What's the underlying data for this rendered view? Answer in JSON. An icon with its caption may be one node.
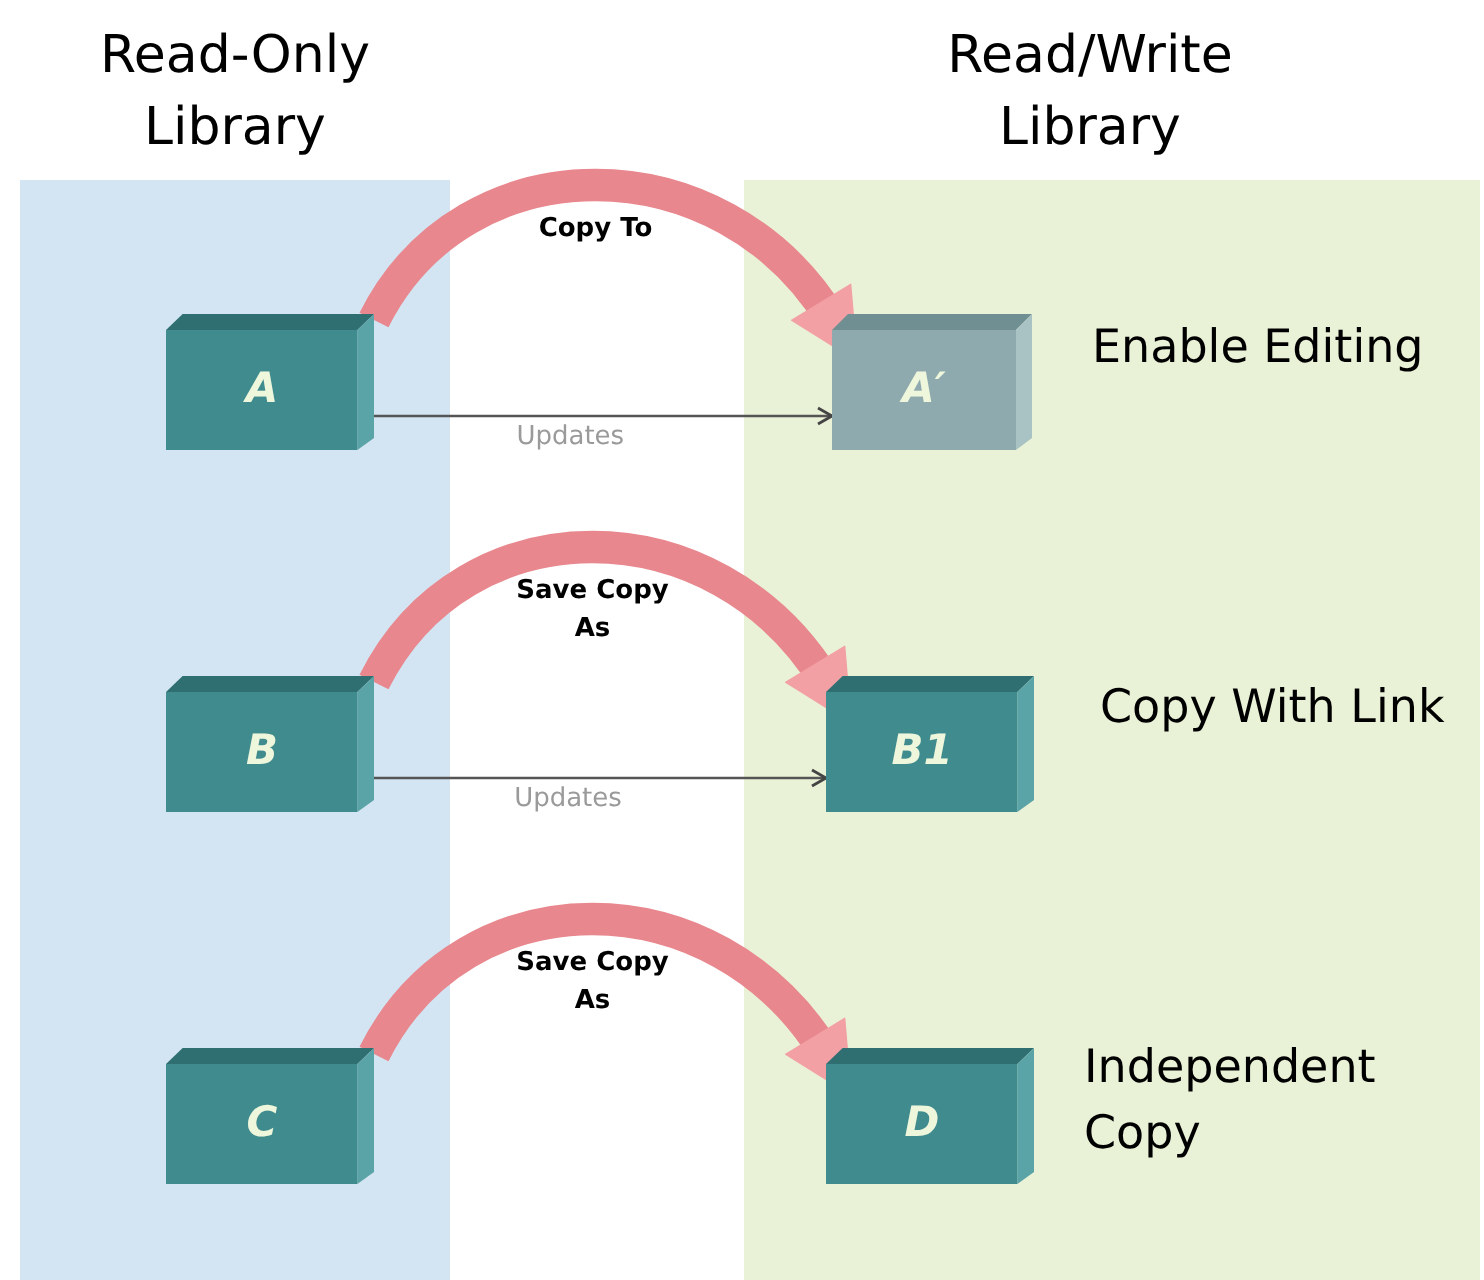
{
  "diagram": {
    "nodes": [
      {
        "text": [
          "Read-Only Library"
        ]
      },
      {
        "text": [
          "Read/Write Library"
        ]
      },
      {
        "text": [
          "A"
        ],
        "in": 0
      },
      {
        "text": [
          "A′"
        ],
        "in": 1,
        "beside": [
          "Enable Editing"
        ]
      },
      {
        "text": [
          "B"
        ],
        "in": 0
      },
      {
        "text": [
          "B1"
        ],
        "in": 1,
        "beside": [
          "Copy With Link"
        ]
      },
      {
        "text": [
          "C"
        ],
        "in": 0
      },
      {
        "text": [
          "D"
        ],
        "in": 1,
        "beside": [
          "Independent Copy"
        ]
      }
    ],
    "edges": [
      {
        "from": 2,
        "to": 3,
        "arrow": "to",
        "label": "Copy To",
        "color": "#e8878d"
      },
      {
        "from": 2,
        "to": 3,
        "arrow": "to",
        "label": "Updates",
        "color": "#555555"
      },
      {
        "from": 4,
        "to": 5,
        "arrow": "to",
        "label": "Save Copy As",
        "color": "#e8878d"
      },
      {
        "from": 4,
        "to": 5,
        "arrow": "to",
        "label": "Updates",
        "color": "#555555"
      },
      {
        "from": 6,
        "to": 7,
        "arrow": "to",
        "label": "Save Copy As",
        "color": "#e8878d"
      }
    ]
  }
}
